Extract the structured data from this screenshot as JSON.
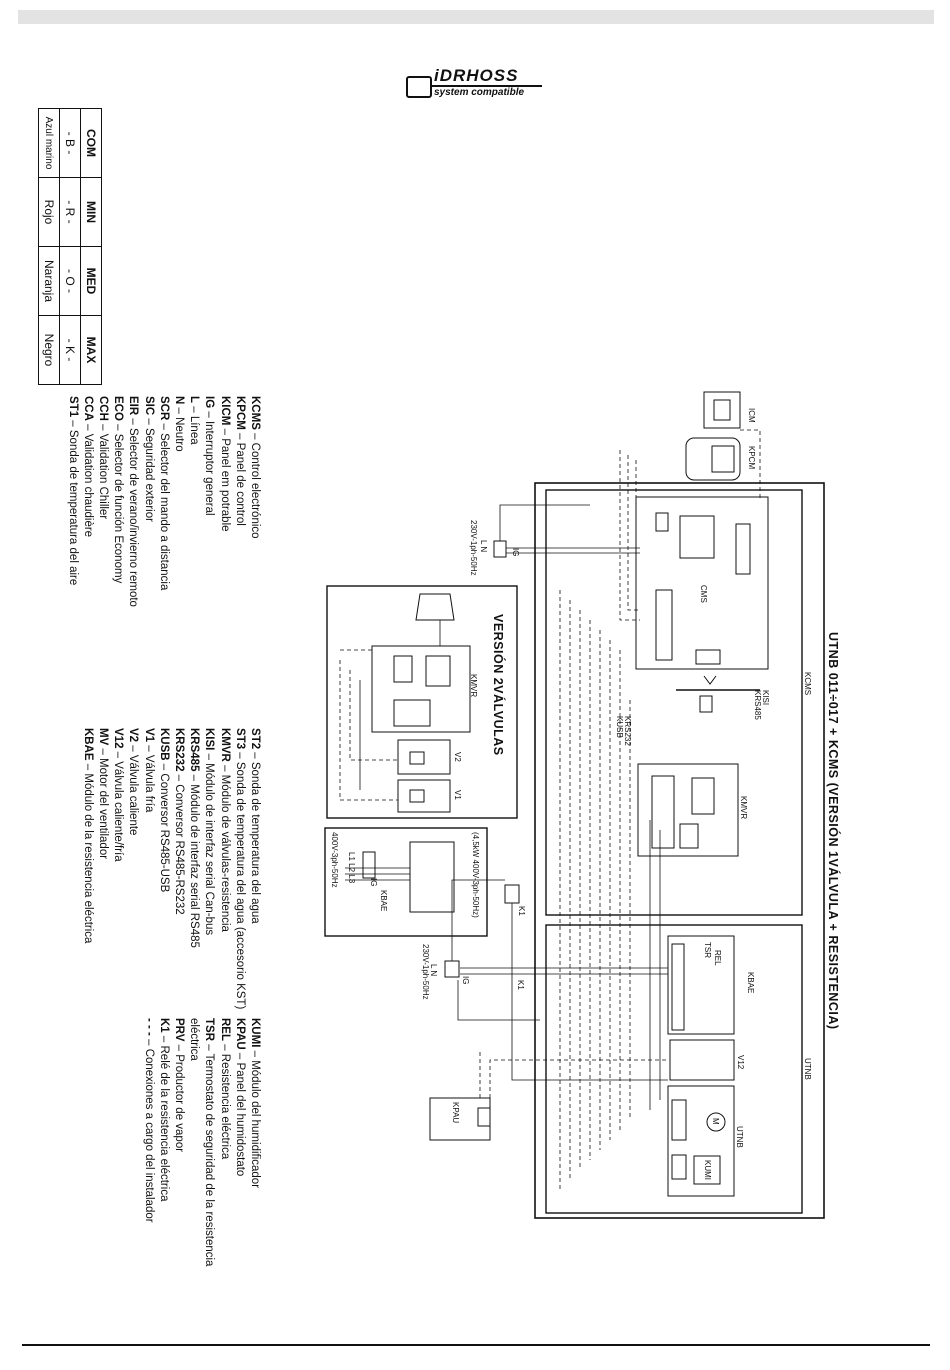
{
  "logo": {
    "brand": "iDRHOSS",
    "tagline": "system compatible"
  },
  "color_table": {
    "headers": [
      "COM",
      "MIN",
      "MED",
      "MAX"
    ],
    "codes": [
      "- B -",
      "- R -",
      "- O -",
      "- K -"
    ],
    "colors": [
      "Azul marino",
      "Rojo",
      "Naranja",
      "Negro"
    ]
  },
  "legend_a": [
    {
      "abbr": "KCMS",
      "desc": "Control electrónico"
    },
    {
      "abbr": "KPCM",
      "desc": "Panel de control"
    },
    {
      "abbr": "KICM",
      "desc": "Panel em potrable"
    },
    {
      "abbr": "IG",
      "desc": "Interruptor general"
    },
    {
      "abbr": "L",
      "desc": "Línea"
    },
    {
      "abbr": "N",
      "desc": "Neutro"
    },
    {
      "abbr": "SCR",
      "desc": "Selector del mando a distancia"
    },
    {
      "abbr": "SIC",
      "desc": "Seguridad exterior"
    },
    {
      "abbr": "EIR",
      "desc": "Selector de verano/invierno remoto"
    },
    {
      "abbr": "ECO",
      "desc": "Selector de función Economy"
    },
    {
      "abbr": "CCH",
      "desc": "Validation Chiller"
    },
    {
      "abbr": "CCA",
      "desc": "Validation chaudière"
    },
    {
      "abbr": "ST1",
      "desc": "Sonda de temperatura del aire"
    }
  ],
  "legend_b": [
    {
      "abbr": "ST2",
      "desc": "Sonda de temperatura del agua"
    },
    {
      "abbr": "ST3",
      "desc": "Sonda de temperatura del agua (accesorio KST)"
    },
    {
      "abbr": "KMVR",
      "desc": "Módulo de válvulas-resistencia"
    },
    {
      "abbr": "KISI",
      "desc": "Módulo de interfaz serial Can-bus"
    },
    {
      "abbr": "KRS485",
      "desc": "Módulo de interfaz serial RS485"
    },
    {
      "abbr": "KRS232",
      "desc": "Conversor RS485-RS232"
    },
    {
      "abbr": "KUSB",
      "desc": "Conversor RS485-USB"
    },
    {
      "abbr": "V1",
      "desc": "Válvula fría"
    },
    {
      "abbr": "V2",
      "desc": "Válvula caliente"
    },
    {
      "abbr": "V12",
      "desc": "Válvula caliente/fría"
    },
    {
      "abbr": "MV",
      "desc": "Motor del ventilador"
    },
    {
      "abbr": "KBAE",
      "desc": "Módulo de la resistencia eléctrica"
    }
  ],
  "legend_c": [
    {
      "abbr": "KUMI",
      "desc": "Módulo del humidificador"
    },
    {
      "abbr": "KPAU",
      "desc": "Panel del humidostato"
    },
    {
      "abbr": "REL",
      "desc": "Resistencia eléctrica"
    },
    {
      "abbr": "TSR",
      "desc": "Termostato de seguridad de la resistencia"
    },
    {
      "abbr": "",
      "desc": "eléctrica"
    },
    {
      "abbr": "PRV",
      "desc": "Productor de vapor"
    },
    {
      "abbr": "K1",
      "desc": "Relé de la resistencia eléctrica"
    },
    {
      "abbr": "- - -",
      "desc": "Conexiones a cargo del instalador"
    }
  ],
  "diagram": {
    "title": "UTNB 011÷017 + KCMS (VERSIÓN 1VÁLVULA + RESISTENCIA)",
    "version2_title": "VERSIÓN 2VÁLVULAS",
    "labels": {
      "icm": "ICM",
      "kpcm": "KPCM",
      "kcms": "KCMS",
      "cms": "CMS",
      "kisi": "KISI",
      "krs485": "KRS485",
      "krs232": "KRS232",
      "kusb": "KUSB",
      "kmvr": "KMVR",
      "k1": "K1",
      "kbae": "KBAE",
      "kbae_spec": "(4,5kW 400V-3ph-50Hz)",
      "supply_400": "400V-3ph-50Hz",
      "supply_230a": "230V-1ph-50Hz",
      "supply_230b": "230V-1ph-50Hz",
      "ig": "IG",
      "l_n": "L N",
      "v1": "V1",
      "v2": "V2",
      "v12": "V12",
      "utnb": "UTNB",
      "kumi": "KUMI",
      "kpau": "KPAU",
      "rel": "REL",
      "m": "M",
      "tsr": "TSR",
      "l1l2l3": "L1 L2 L3"
    }
  }
}
